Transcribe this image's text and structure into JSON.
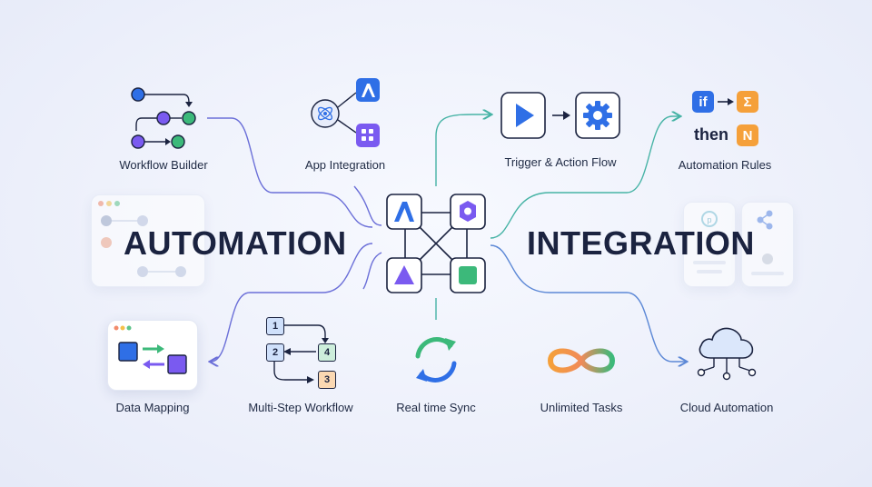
{
  "headings": {
    "left": "AUTOMATION",
    "right": "INTEGRATION"
  },
  "labels": {
    "workflow_builder": "Workflow Builder",
    "app_integration": "App Integration",
    "trigger_action": "Trigger & Action Flow",
    "automation_rules": "Automation Rules",
    "data_mapping": "Data Mapping",
    "multi_step": "Multi-Step Workflow",
    "real_time_sync": "Real time Sync",
    "unlimited_tasks": "Unlimited Tasks",
    "cloud_automation": "Cloud Automation"
  },
  "rules": {
    "if": "if",
    "then": "then",
    "sigma": "Σ",
    "n": "N"
  },
  "multi_step_numbers": [
    "1",
    "2",
    "3",
    "4"
  ],
  "colors": {
    "blue": "#2f6fe6",
    "purple": "#7a5af0",
    "green": "#3cb97a",
    "orange": "#f5a03a",
    "navy": "#1b2340",
    "wire_left": "#6b6fd8",
    "wire_right": "#46b3a5"
  },
  "icons": {
    "app_a": "a-logo-icon",
    "app_hex": "hexagon-icon",
    "app_triangle": "triangle-icon",
    "app_square": "square-icon",
    "play": "play-icon",
    "gear": "gear-icon",
    "sync": "sync-icon",
    "infinity": "infinity-icon",
    "cloud": "cloud-icon",
    "atom": "atom-icon",
    "grid": "grid-icon",
    "share": "share-icon"
  }
}
